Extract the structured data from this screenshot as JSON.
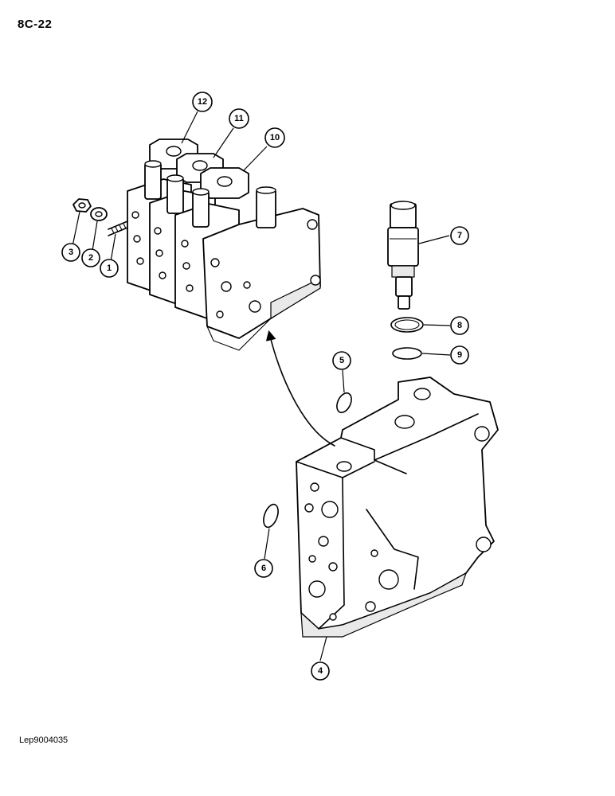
{
  "header": {
    "page_code": "8C-22"
  },
  "footer": {
    "doc_ref": "Lep9004035"
  },
  "callouts": {
    "c1": "1",
    "c2": "2",
    "c3": "3",
    "c4": "4",
    "c5": "5",
    "c6": "6",
    "c7": "7",
    "c8": "8",
    "c9": "9",
    "c10": "10",
    "c11": "11",
    "c12": "12"
  }
}
